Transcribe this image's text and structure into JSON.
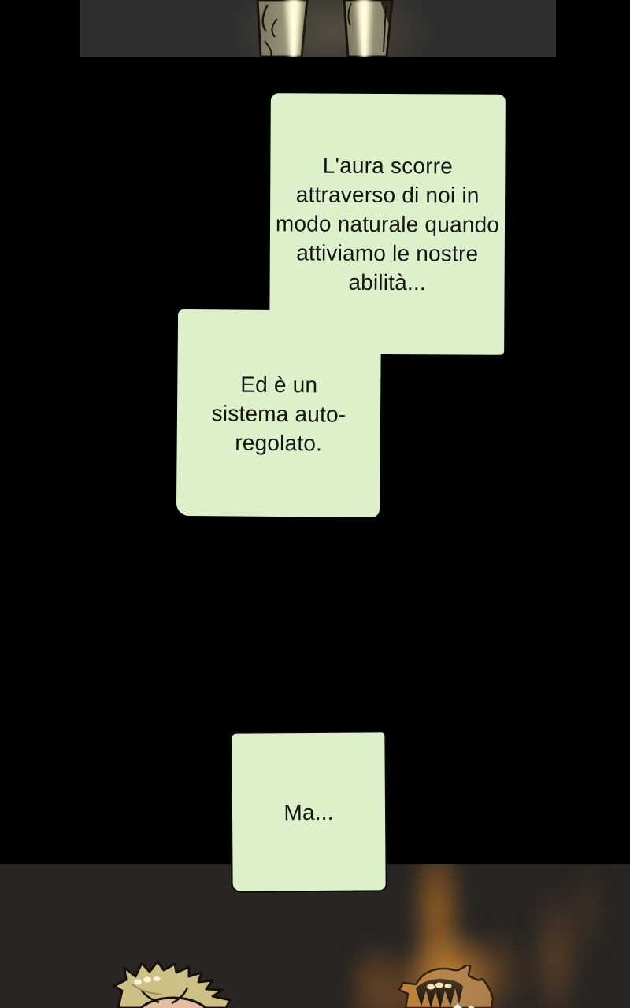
{
  "comic": {
    "bubbles": [
      {
        "id": "bubble-1",
        "lines": [
          "L'aura scorre",
          "attraverso di noi in",
          "modo naturale quando",
          "attiviamo le nostre",
          "abilità..."
        ]
      },
      {
        "id": "bubble-2",
        "lines": [
          "Ed è un",
          "sistema auto-",
          "regolato."
        ]
      },
      {
        "id": "bubble-3",
        "lines": [
          "Ma..."
        ]
      }
    ]
  },
  "palette": {
    "page_background": "#000000",
    "bubble_green": "#dcf1ca",
    "bubble_text": "#141414",
    "top_panel_gray": "#2f2e2c",
    "bottom_panel_gray": "#282522",
    "flame_orange": "#e69434",
    "pants_khaki": "#918a73",
    "pants_highlight": "#f3ecc0",
    "blond_hair": "#cdc085",
    "brown_hair": "#b5854e",
    "skin_tone": "#e3bda1"
  }
}
